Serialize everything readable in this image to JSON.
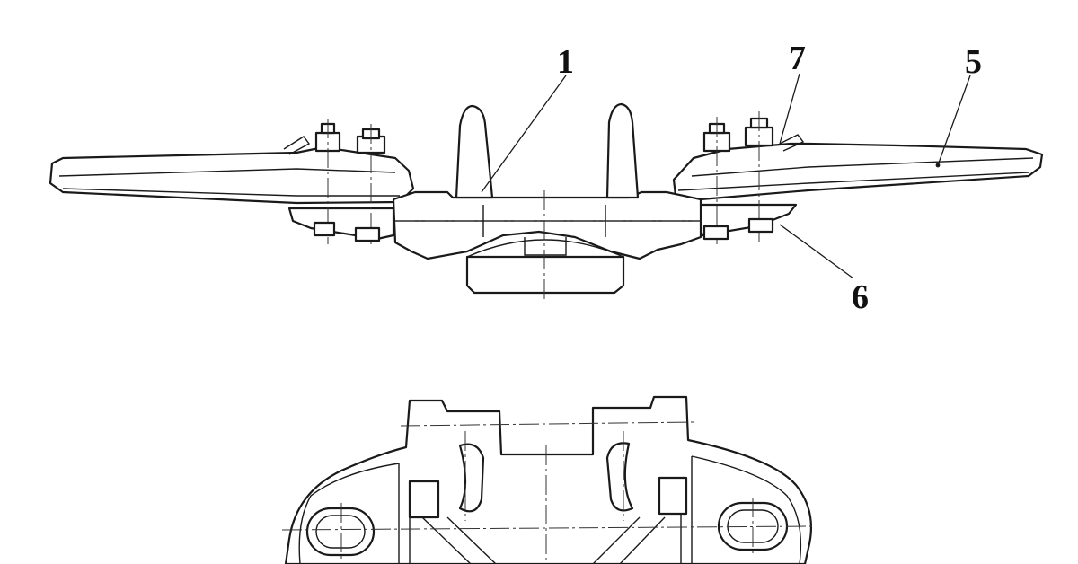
{
  "drawing": {
    "top_view": {
      "callouts": [
        {
          "id": "part-1",
          "label": "1"
        },
        {
          "id": "part-7",
          "label": "7"
        },
        {
          "id": "part-5",
          "label": "5"
        },
        {
          "id": "part-6",
          "label": "6"
        }
      ]
    },
    "bottom_view": {}
  }
}
